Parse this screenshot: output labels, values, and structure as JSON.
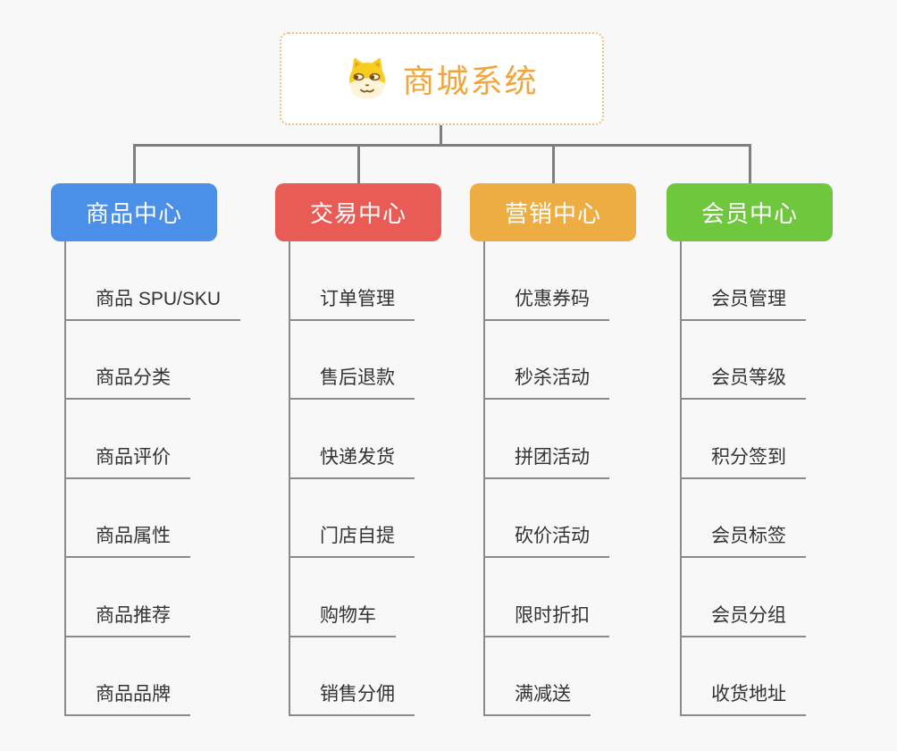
{
  "root": {
    "title": "商城系统",
    "icon": "dog-face-icon",
    "accent_color": "#f0a63c",
    "border_color": "#f3c076"
  },
  "branches": [
    {
      "label": "商品中心",
      "color": "#4a90e8",
      "items": [
        "商品 SPU/SKU",
        "商品分类",
        "商品评价",
        "商品属性",
        "商品推荐",
        "商品品牌"
      ]
    },
    {
      "label": "交易中心",
      "color": "#e95c56",
      "items": [
        "订单管理",
        "售后退款",
        "快递发货",
        "门店自提",
        "购物车",
        "销售分佣"
      ]
    },
    {
      "label": "营销中心",
      "color": "#eead43",
      "items": [
        "优惠券码",
        "秒杀活动",
        "拼团活动",
        "砍价活动",
        "限时折扣",
        "满减送"
      ]
    },
    {
      "label": "会员中心",
      "color": "#6fc73e",
      "items": [
        "会员管理",
        "会员等级",
        "积分签到",
        "会员标签",
        "会员分组",
        "收货地址"
      ]
    }
  ],
  "style": {
    "background_color": "#f8f8f8",
    "connector_color": "#7f7f7f",
    "child_line_color": "#8a8a8a",
    "item_text_color": "#333333"
  }
}
